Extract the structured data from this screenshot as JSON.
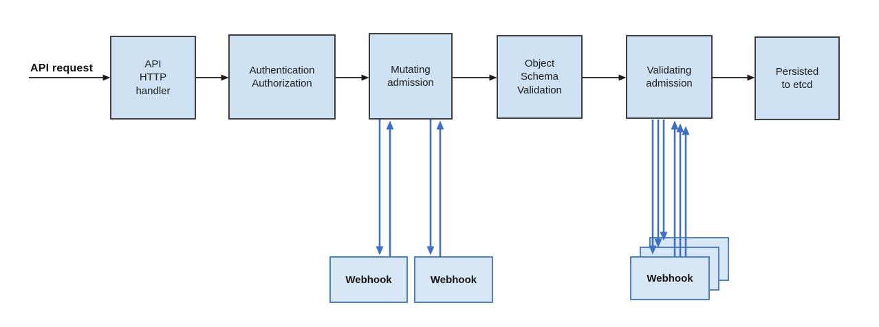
{
  "diagram": {
    "input_label": "API request",
    "nodes": [
      {
        "id": "api-http-handler",
        "label": "API\nHTTP\nhandler"
      },
      {
        "id": "authentication-authorization",
        "label": "Authentication\nAuthorization"
      },
      {
        "id": "mutating-admission",
        "label": "Mutating\nadmission"
      },
      {
        "id": "object-schema-validation",
        "label": "Object\nSchema\nValidation"
      },
      {
        "id": "validating-admission",
        "label": "Validating\nadmission"
      },
      {
        "id": "persisted-to-etcd",
        "label": "Persisted\nto etcd"
      }
    ],
    "webhooks": {
      "mutating": [
        {
          "label": "Webhook"
        },
        {
          "label": "Webhook"
        }
      ],
      "validating": [
        {
          "label": "Webhook",
          "stacked_copies": 3
        }
      ]
    },
    "edges": [
      {
        "from": "api-request",
        "to": "api-http-handler",
        "style": "black"
      },
      {
        "from": "api-http-handler",
        "to": "authentication-authorization",
        "style": "black"
      },
      {
        "from": "authentication-authorization",
        "to": "mutating-admission",
        "style": "black"
      },
      {
        "from": "mutating-admission",
        "to": "object-schema-validation",
        "style": "black"
      },
      {
        "from": "object-schema-validation",
        "to": "validating-admission",
        "style": "black"
      },
      {
        "from": "validating-admission",
        "to": "persisted-to-etcd",
        "style": "black"
      },
      {
        "from": "mutating-admission",
        "to": "webhook-mutating-1",
        "style": "blue",
        "bidirectional": true
      },
      {
        "from": "mutating-admission",
        "to": "webhook-mutating-2",
        "style": "blue",
        "bidirectional": true
      },
      {
        "from": "validating-admission",
        "to": "webhook-validating-stack",
        "style": "blue",
        "bidirectional": true,
        "parallel_calls": 3
      }
    ]
  },
  "colors": {
    "node_fill": "#cfe2f3",
    "node_border": "#3f3f3f",
    "webhook_fill": "#d8e7f5",
    "webhook_border": "#4f81bd",
    "arrow_black": "#1a1a1a",
    "arrow_blue": "#3d6fc2",
    "text_color": "#1b1b1b"
  }
}
